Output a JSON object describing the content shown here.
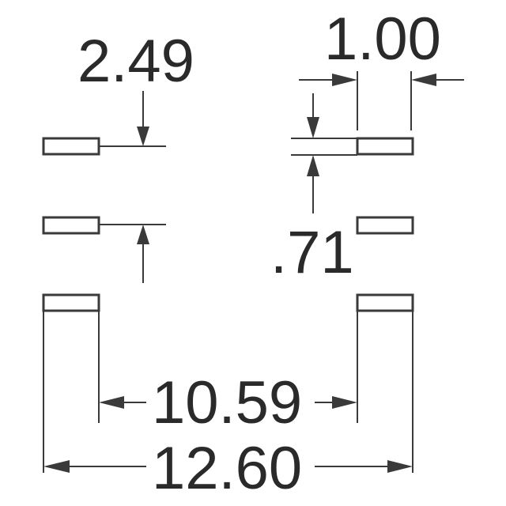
{
  "dimensions": {
    "pad_pitch": "2.49",
    "pad_length": "1.00",
    "pad_width": ".71",
    "inner_span": "10.59",
    "outer_span": "12.60"
  },
  "colors": {
    "line": "#3a3a3a",
    "text": "#2a2a2a",
    "background": "#ffffff"
  }
}
